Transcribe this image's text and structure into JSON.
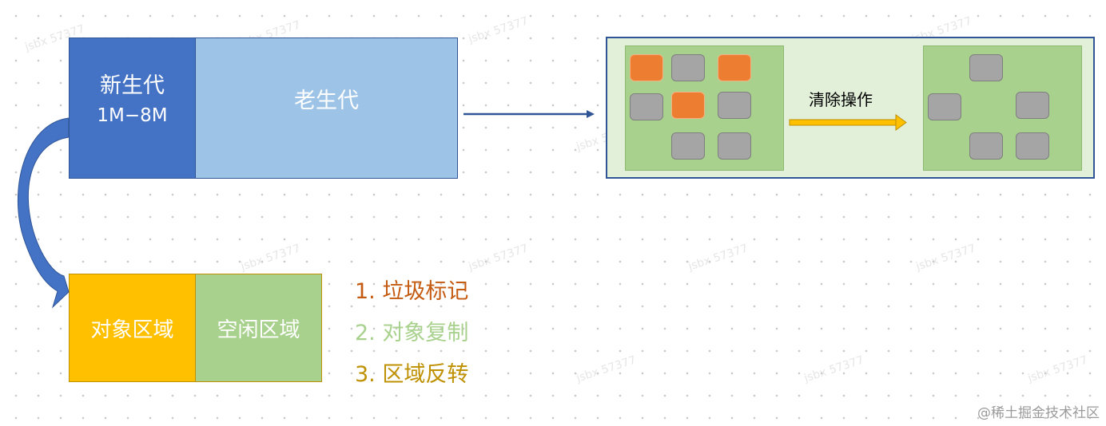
{
  "watermark": "jsbx 57377",
  "memory": {
    "young_label": "新生代",
    "young_size": "1M−8M",
    "old_label": "老生代"
  },
  "semispaces": {
    "object_area": "对象区域",
    "free_area": "空闲区域"
  },
  "steps": [
    "1.  垃圾标记",
    "2.  对象复制",
    "3.  区域反转"
  ],
  "cleanup": {
    "label": "清除操作"
  },
  "footer": "@稀土掘金技术社区",
  "colors": {
    "young": "#4472c4",
    "old": "#9dc3e6",
    "object_area": "#ffc000",
    "free_area": "#a9d18e",
    "step1": "#c55a11",
    "step2": "#a9d18e",
    "step3": "#bf9000",
    "live_block": "#ed7d31",
    "dead_block": "#a5a5a5",
    "arrow_blue": "#2f5597",
    "arrow_orange": "#ffc000"
  }
}
